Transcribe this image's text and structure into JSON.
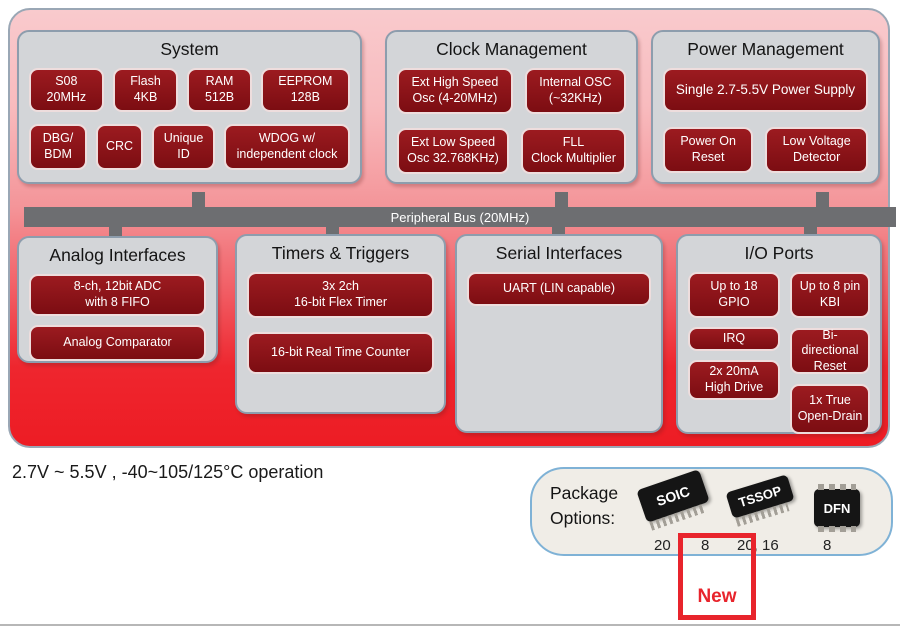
{
  "colors": {
    "chip_red": "#8c1117",
    "panel_gray": "#d3d5d8",
    "panel_border": "#8d9dad",
    "bus_gray": "#6d6e71",
    "main_red": "#ed1c24",
    "main_pink": "#f9cacd",
    "highlight_red": "#e8242c",
    "package_border_blue": "#7fb2d6"
  },
  "bus": {
    "label": "Peripheral Bus (20MHz)"
  },
  "system": {
    "title": "System",
    "chips": [
      "S08\n20MHz",
      "Flash\n4KB",
      "RAM\n512B",
      "EEPROM\n128B",
      "DBG/\nBDM",
      "CRC",
      "Unique\nID",
      "WDOG w/\nindependent clock"
    ]
  },
  "clock": {
    "title": "Clock Management",
    "chips": [
      "Ext High Speed\nOsc (4-20MHz)",
      "Internal OSC\n(~32KHz)",
      "Ext Low Speed\nOsc 32.768KHz)",
      "FLL\nClock Multiplier"
    ]
  },
  "power": {
    "title": "Power Management",
    "chips": [
      "Single 2.7-5.5V Power Supply",
      "Power On\nReset",
      "Low Voltage\nDetector"
    ]
  },
  "analog": {
    "title": "Analog Interfaces",
    "chips": [
      "8-ch, 12bit ADC\nwith 8 FIFO",
      "Analog Comparator"
    ]
  },
  "timers": {
    "title": "Timers & Triggers",
    "chips": [
      "3x 2ch\n16-bit Flex Timer",
      "16-bit Real Time Counter"
    ]
  },
  "serial": {
    "title": "Serial Interfaces",
    "chips": [
      "UART (LIN capable)"
    ]
  },
  "io": {
    "title": "I/O Ports",
    "left": [
      "Up to 18\nGPIO",
      "IRQ",
      "2x 20mA\nHigh Drive"
    ],
    "right": [
      "Up to 8 pin\nKBI",
      "Bi-directional\nReset",
      "1x True\nOpen-Drain"
    ]
  },
  "footer": {
    "operation": "2.7V ~ 5.5V , -40~105/125°C operation"
  },
  "package": {
    "label": "Package\nOptions:",
    "soic": {
      "name": "SOIC",
      "pin_left": "20",
      "pin_new": "8"
    },
    "tssop": {
      "name": "TSSOP",
      "pins": "20, 16"
    },
    "dfn": {
      "name": "DFN",
      "pins": "8"
    },
    "new_label": "New"
  }
}
